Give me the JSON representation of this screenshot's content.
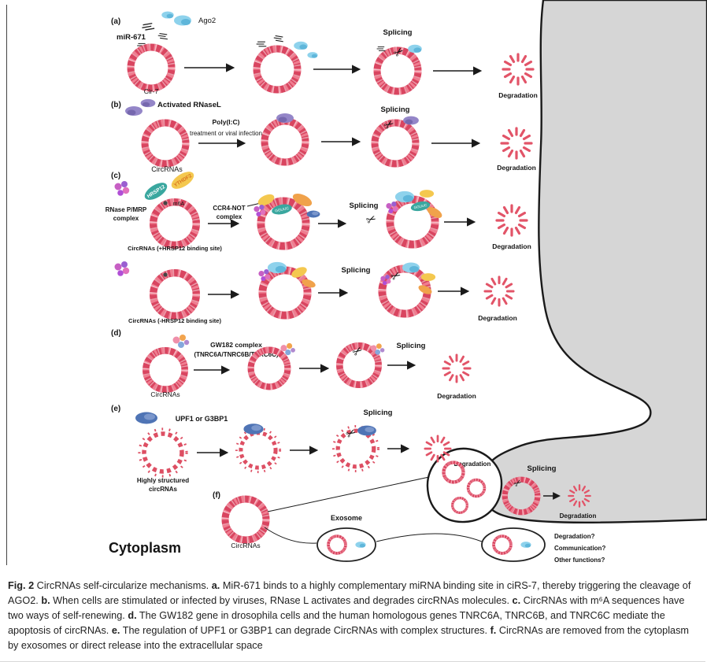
{
  "icons": {
    "scissors": "✂"
  },
  "figure": {
    "cytoplasm": "Cytoplasm",
    "panel_a": {
      "label": "(a)",
      "mir671": "miR-671",
      "ago2": "Ago2",
      "cir7": "Cir-7",
      "splicing": "Splicing",
      "degradation": "Degradation"
    },
    "panel_b": {
      "label": "(b)",
      "activated_rnasel": "Activated RNaseL",
      "poly_ic": "Poly(I:C)",
      "treatment": "treatment or viral infection",
      "splicing": "Splicing",
      "degradation": "Degradation"
    },
    "panel_c": {
      "label": "(c)",
      "circrnas": "CircRNAs",
      "hrsp12": "HRSP12",
      "ythdf2": "YTHDF2",
      "m6a": "m6A",
      "rnase_line1": "RNase P/MRP",
      "rnase_line2": "complex",
      "ccr4_line1": "CCR4-NOT",
      "ccr4_line2": "complex",
      "gguuc": "GGUUC",
      "plus_site": "CircRNAs (+HRSP12 binding site)",
      "minus_site": "CircRNAs (-HRSP12 binding site)",
      "splicing1": "Splicing",
      "degradation1": "Degradation",
      "splicing2": "Splicing",
      "degradation2": "Degradation"
    },
    "panel_d": {
      "label": "(d)",
      "gw_line1": "GW182 complex",
      "gw_line2": "(TNRC6A/TNRC6B/TNRC6C)",
      "circrnas": "CircRNAs",
      "splicing": "Splicing",
      "degradation": "Degradation"
    },
    "panel_e": {
      "label": "(e)",
      "upf1": "UPF1 or G3BP1",
      "hs_line1": "Highly structured",
      "hs_line2": "circRNAs",
      "splicing": "Splicing",
      "degradation": "Degradation"
    },
    "panel_f": {
      "label": "(f)",
      "circrnas": "CircRNAs",
      "exosome": "Exosome",
      "splicing": "Splicing",
      "degradation": "Degradation",
      "q1": "Degradation?",
      "q2": "Communication?",
      "q3": "Other functions?"
    }
  },
  "caption": {
    "fig_label": "Fig. 2",
    "intro": " CircRNAs self-circularize mechanisms. ",
    "a_label": "a.",
    "a_text": " MiR-671 binds to a highly complementary miRNA binding site in ciRS-7, thereby triggering the cleavage of AGO2. ",
    "b_label": "b.",
    "b_text": " When cells are stimulated or infected by viruses, RNase L activates and degrades circRNAs molecules. ",
    "c_label": "c.",
    "c_text": " CircRNAs with m⁶A sequences have two ways of self-renewing. ",
    "d_label": "d.",
    "d_text": " The GW182 gene in drosophila cells and the human homologous genes TNRC6A, TNRC6B, and TNRC6C mediate the apoptosis of circRNAs. ",
    "e_label": "e.",
    "e_text": " The regulation of UPF1 or G3BP1 can degrade CircRNAs with complex structures. ",
    "f_label": "f.",
    "f_text": " CircRNAs are removed from the cytoplasm by exosomes or direct release into the extracellular space"
  }
}
